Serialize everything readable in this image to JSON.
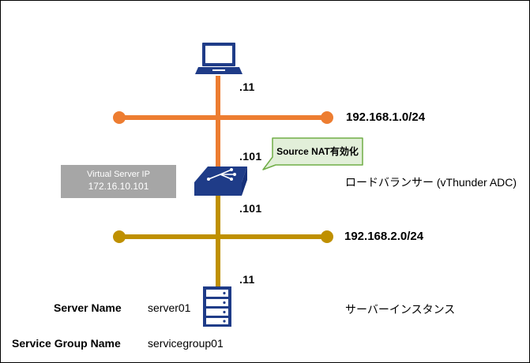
{
  "colors": {
    "upper_network": "#ed7d31",
    "lower_network": "#bf9000",
    "device_blue": "#1f3c88",
    "callout_fill": "#e2efd9",
    "callout_border": "#70ad47",
    "vip_box": "#a6a6a6"
  },
  "client": {
    "icon": "laptop-icon",
    "ip_suffix": ".11"
  },
  "upper_network": {
    "cidr": "192.168.1.0/24"
  },
  "load_balancer": {
    "icon": "load-balancer-icon",
    "upper_ip_suffix": ".101",
    "lower_ip_suffix": ".101",
    "label": "ロードバランサー (vThunder ADC)",
    "callout": "Source NAT有効化",
    "virtual_server": {
      "title": "Virtual Server IP",
      "ip": "172.16.10.101"
    }
  },
  "lower_network": {
    "cidr": "192.168.2.0/24"
  },
  "server": {
    "icon": "server-icon",
    "ip_suffix": ".11",
    "label": "サーバーインスタンス",
    "server_name_label": "Server Name",
    "server_name_value": "server01",
    "service_group_label": "Service Group Name",
    "service_group_value": "servicegroup01"
  }
}
